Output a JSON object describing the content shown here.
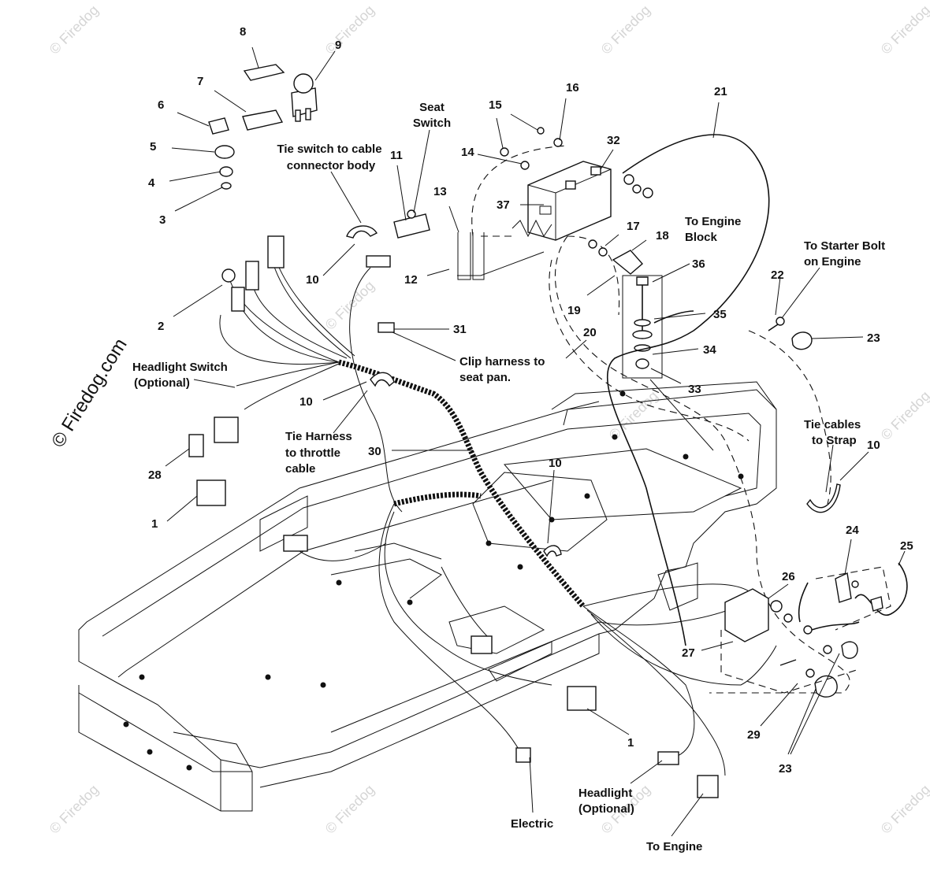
{
  "watermark": {
    "side": "© Firedog.com",
    "tile": "© Firedog"
  },
  "callouts": {
    "c1a": "1",
    "c1b": "1",
    "c2": "2",
    "c3": "3",
    "c4": "4",
    "c5": "5",
    "c6": "6",
    "c7": "7",
    "c8": "8",
    "c9": "9",
    "c10a": "10",
    "c10b": "10",
    "c10c": "10",
    "c10d": "10",
    "c11": "11",
    "c12": "12",
    "c13": "13",
    "c14": "14",
    "c15": "15",
    "c16": "16",
    "c17": "17",
    "c18": "18",
    "c19": "19",
    "c20": "20",
    "c21": "21",
    "c22": "22",
    "c23a": "23",
    "c23b": "23",
    "c24": "24",
    "c25": "25",
    "c26": "26",
    "c27": "27",
    "c28": "28",
    "c29": "29",
    "c30": "30",
    "c31": "31",
    "c32": "32",
    "c33": "33",
    "c34": "34",
    "c35": "35",
    "c36": "36",
    "c37": "37"
  },
  "notes": {
    "seat_switch": [
      "Seat",
      "Switch"
    ],
    "tie_switch": [
      "Tie switch to cable",
      "connector body"
    ],
    "engine_block": [
      "To Engine",
      "Block"
    ],
    "starter_bolt": [
      "To Starter Bolt",
      "on Engine"
    ],
    "clip_harness": [
      "Clip harness to",
      "seat pan."
    ],
    "headlight_switch": [
      "Headlight Switch",
      "(Optional)"
    ],
    "tie_harness": [
      "Tie Harness",
      "to throttle",
      "cable"
    ],
    "tie_cables": [
      "Tie cables",
      "to Strap"
    ],
    "electric": "Electric",
    "headlight": [
      "Headlight",
      "(Optional)"
    ],
    "to_engine": "To Engine"
  }
}
